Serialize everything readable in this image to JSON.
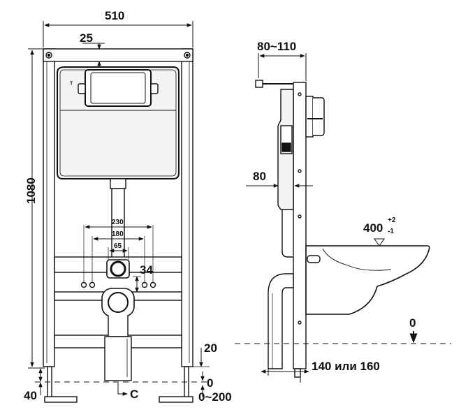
{
  "front_view": {
    "width_label": "510",
    "top_offset_label": "25",
    "height_label": "1080",
    "spacing_230_label": "230",
    "spacing_180_label": "180",
    "spacing_65_label": "65",
    "pipe_label": "34",
    "foot_offset_label": "20",
    "foot_height_label": "40",
    "floor_zero_label": "0",
    "adjust_range_label": "0~200",
    "drain_label": "C"
  },
  "side_view": {
    "depth_label": "80~110",
    "wall_label": "80",
    "bowl_height_label": "400",
    "bowl_tol_plus": "+2",
    "bowl_tol_minus": "-1",
    "floor_zero_label": "0",
    "outlet_label": "140 или 160"
  },
  "colors": {
    "line": "#111111",
    "fill_light": "#f4f4f4"
  }
}
